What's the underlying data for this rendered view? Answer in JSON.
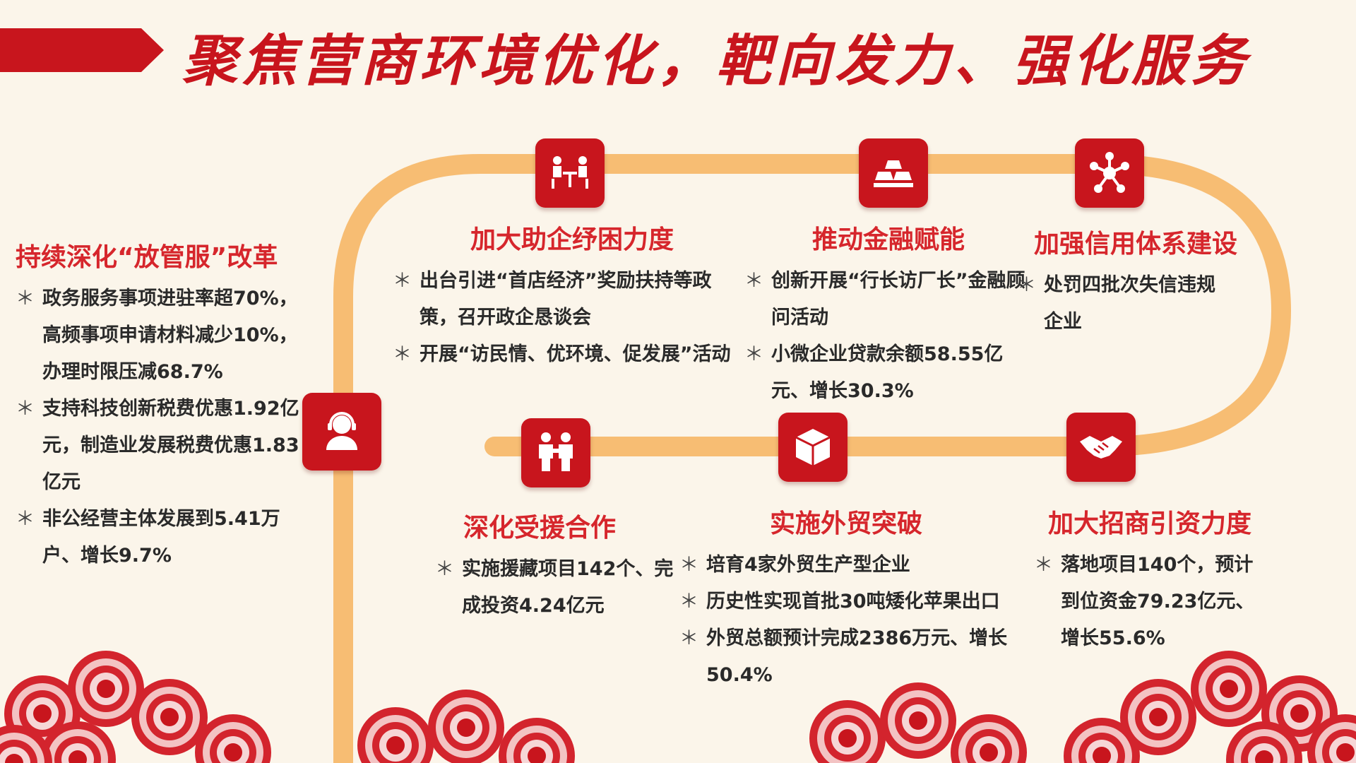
{
  "header": {
    "title": "聚焦营商环境优化，靶向发力、强化服务"
  },
  "colors": {
    "accent": "#c8151d",
    "title_red": "#d6262c",
    "path": "#f7bd73",
    "background": "#fbf5ea"
  },
  "bullet_mark": "＊",
  "sections": {
    "reform": {
      "icon": "customer-service-icon",
      "title": "持续深化“放管服”改革",
      "items": [
        "政务服务事项进驻率超70%，高频事项申请材料减少10%，办理时限压减68.7%",
        "支持科技创新税费优惠1.92亿元，制造业发展税费优惠1.83亿元",
        "非公经营主体发展到5.41万户、增长9.7%"
      ]
    },
    "enterprise_relief": {
      "icon": "meeting-icon",
      "title": "加大助企纾困力度",
      "items": [
        "出台引进“首店经济”奖励扶持等政策，召开政企恳谈会",
        "开展“访民情、优环境、促发展”活动"
      ]
    },
    "finance": {
      "icon": "gold-bars-icon",
      "title": "推动金融赋能",
      "items": [
        "创新开展“行长访厂长”金融顾问活动",
        "小微企业贷款余额58.55亿元、增长30.3%"
      ]
    },
    "credit": {
      "icon": "network-icon",
      "title": "加强信用体系建设",
      "items": [
        "处罚四批次失信违规企业"
      ]
    },
    "investment": {
      "icon": "handshake-icon",
      "title": "加大招商引资力度",
      "items": [
        "落地项目140个，预计到位资金79.23亿元、增长55.6%"
      ]
    },
    "foreign_trade": {
      "icon": "package-box-icon",
      "title": "实施外贸突破",
      "items": [
        "培育4家外贸生产型企业",
        "历史性实现首批30吨矮化苹果出口",
        "外贸总额预计完成2386万元、增长50.4%"
      ]
    },
    "aid_cooperation": {
      "icon": "partnership-icon",
      "title": "深化受援合作",
      "items": [
        "实施援藏项目142个、完成投资4.24亿元"
      ]
    }
  }
}
